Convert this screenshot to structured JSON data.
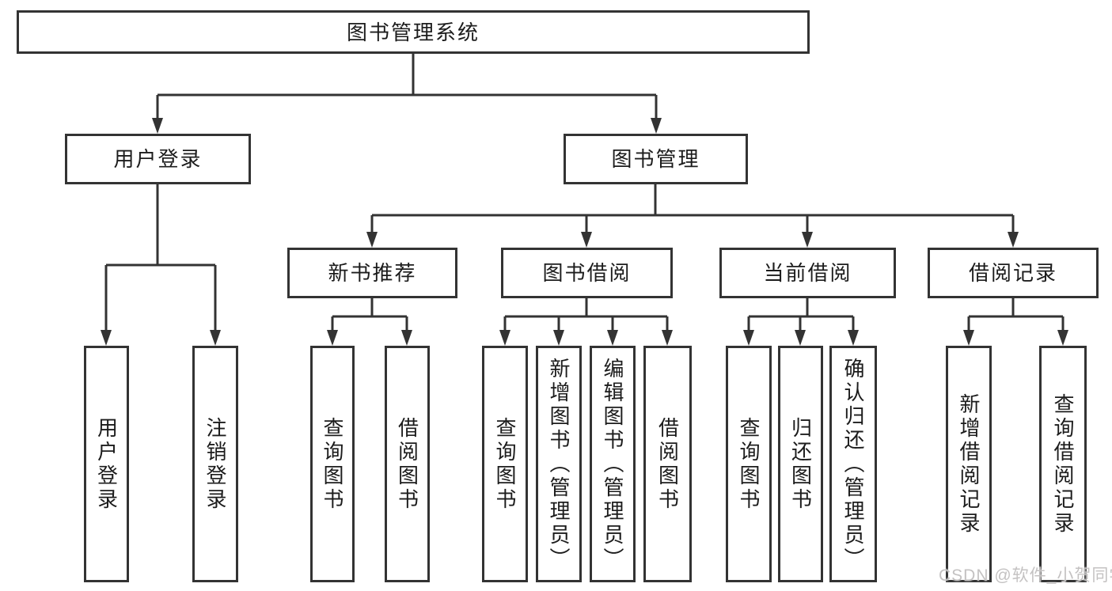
{
  "root": {
    "label": "图书管理系统"
  },
  "branches": [
    {
      "label": "用户登录",
      "children": [
        "用户登录",
        "注销登录"
      ]
    },
    {
      "label": "图书管理",
      "sections": [
        {
          "label": "新书推荐",
          "children": [
            "查询图书",
            "借阅图书"
          ]
        },
        {
          "label": "图书借阅",
          "children": [
            "查询图书",
            "新增图书（管理员）",
            "编辑图书（管理员）",
            "借阅图书"
          ]
        },
        {
          "label": "当前借阅",
          "children": [
            "查询图书",
            "归还图书",
            "确认归还（管理员）"
          ]
        },
        {
          "label": "借阅记录",
          "children": [
            "新增借阅记录",
            "查询借阅记录"
          ]
        }
      ]
    }
  ],
  "watermark": "CSDN @软件_小贺同学",
  "colors": {
    "line": "#333333",
    "text": "#1c1c1c",
    "background": "#ffffff",
    "watermark": "#c4c2c2"
  }
}
